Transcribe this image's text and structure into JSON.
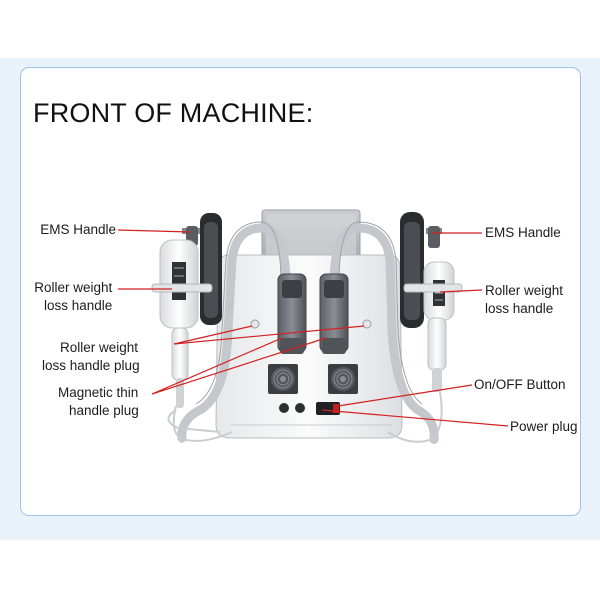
{
  "title": "FRONT OF MACHINE:",
  "labels": {
    "ems_left": "EMS Handle",
    "roller_left_1": "Roller weight",
    "roller_left_2": "loss handle",
    "roller_plug_1": "Roller weight",
    "roller_plug_2": "loss handle plug",
    "magnetic_1": "Magnetic thin",
    "magnetic_2": "handle plug",
    "ems_right": "EMS Handle",
    "roller_right_1": "Roller weight",
    "roller_right_2": "loss handle",
    "onoff": "On/OFF Button",
    "power": "Power plug"
  },
  "colors": {
    "accent_line": "#d42020",
    "border": "#9ec3e6",
    "background_band": "#eaf2f9"
  }
}
